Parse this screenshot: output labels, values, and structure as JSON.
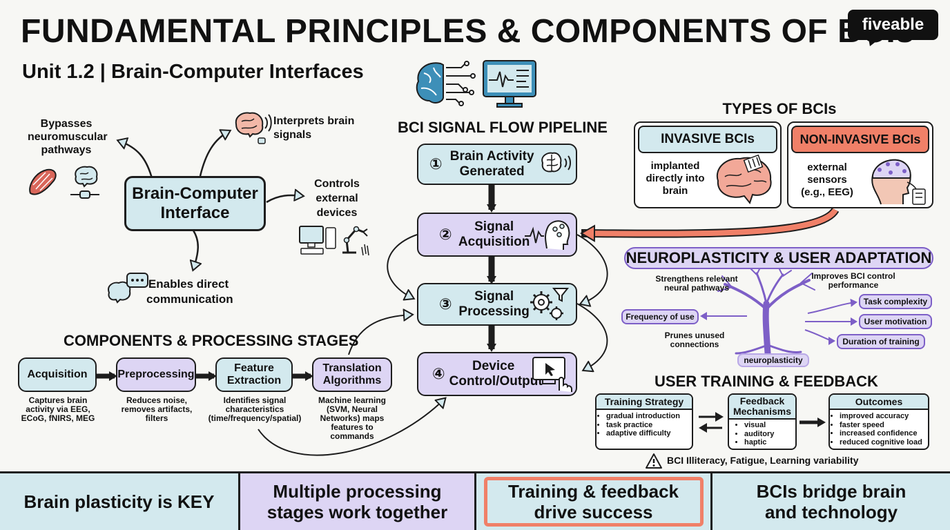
{
  "header": {
    "title": "FUNDAMENTAL PRINCIPLES & COMPONENTS OF BCIs",
    "subtitle": "Unit 1.2 | Brain-Computer Interfaces",
    "logo": "fiveable"
  },
  "bci": {
    "center": "Brain-Computer Interface",
    "branches": {
      "bypasses": "Bypasses neuromuscular pathways",
      "interprets": "Interprets brain signals",
      "controls": "Controls external devices",
      "communication": "Enables direct communication"
    }
  },
  "pipeline": {
    "title": "BCI SIGNAL FLOW PIPELINE",
    "steps": [
      {
        "num": "①",
        "label": "Brain Activity Generated"
      },
      {
        "num": "②",
        "label": "Signal Acquisition"
      },
      {
        "num": "③",
        "label": "Signal Processing"
      },
      {
        "num": "④",
        "label": "Device Control/Output"
      }
    ]
  },
  "types": {
    "title": "TYPES OF BCIs",
    "invasive": {
      "title": "INVASIVE BCIs",
      "desc": "implanted directly into brain"
    },
    "noninvasive": {
      "title": "NON-INVASIVE BCIs",
      "desc": "external sensors (e.g., EEG)"
    }
  },
  "neuro": {
    "title": "NEUROPLASTICITY & USER ADAPTATION",
    "strengthens": "Strengthens relevant neural pathways",
    "improves": "Improves BCI control performance",
    "prunes": "Prunes unused connections",
    "center_label": "neuroplasticity",
    "factors": {
      "frequency": "Frequency of use",
      "complexity": "Task complexity",
      "motivation": "User motivation",
      "duration": "Duration of training"
    }
  },
  "components": {
    "title": "COMPONENTS & PROCESSING STAGES",
    "stages": [
      {
        "label": "Acquisition",
        "desc": "Captures brain activity via EEG, ECoG, fNIRS, MEG"
      },
      {
        "label": "Preprocessing",
        "desc": "Reduces noise, removes artifacts, filters"
      },
      {
        "label": "Feature Extraction",
        "desc": "Identifies signal characteristics (time/frequency/spatial)"
      },
      {
        "label": "Translation Algorithms",
        "desc": "Machine learning (SVM, Neural Networks) maps features to commands"
      }
    ]
  },
  "training": {
    "title": "USER TRAINING & FEEDBACK",
    "strategy": {
      "title": "Training Strategy",
      "items": [
        "gradual introduction",
        "task practice",
        "adaptive difficulty"
      ]
    },
    "feedback": {
      "title": "Feedback Mechanisms",
      "items": [
        "visual",
        "auditory",
        "haptic"
      ]
    },
    "outcomes": {
      "title": "Outcomes",
      "items": [
        "improved accuracy",
        "faster speed",
        "increased confidence",
        "reduced cognitive load"
      ]
    },
    "warning": "BCI Illiteracy, Fatigue, Learning variability"
  },
  "footer": [
    "Brain plasticity is KEY",
    "Multiple processing stages work together",
    "Training & feedback drive success",
    "BCIs bridge brain and technology"
  ],
  "colors": {
    "blue": "#d3e9ee",
    "purple": "#ddd5f4",
    "salmon": "#f08068",
    "tree": "#7d5fc7"
  }
}
